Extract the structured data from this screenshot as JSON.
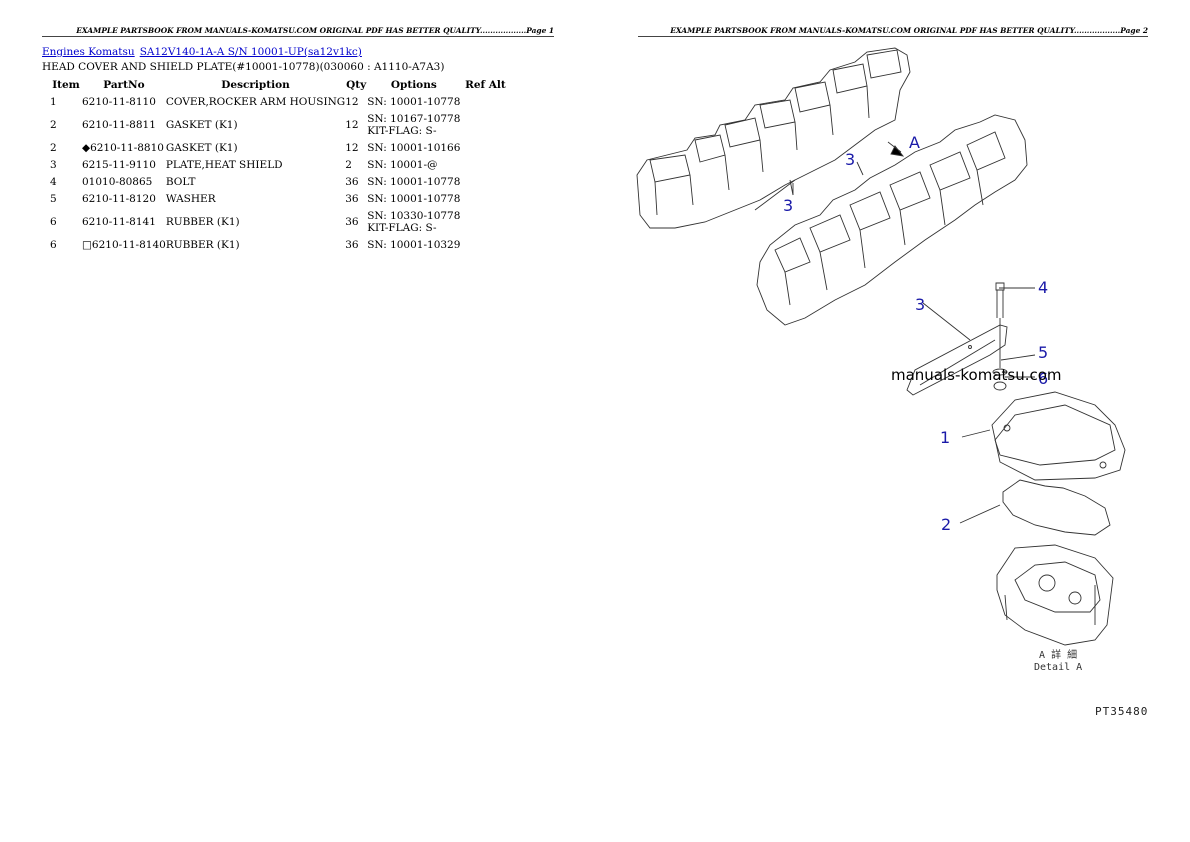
{
  "page1": {
    "header": "EXAMPLE PARTSBOOK FROM MANUALS-KOMATSU.COM ORIGINAL PDF HAS BETTER QUALITY..................Page 1",
    "breadcrumb": {
      "link1": "Engines Komatsu",
      "link2": "SA12V140-1A-A S/N 10001-UP(sa12v1kc)"
    },
    "title": "HEAD COVER AND SHIELD PLATE(#10001-10778)(030060 : A1110-A7A3)",
    "columns": [
      "Item",
      "PartNo",
      "Description",
      "Qty",
      "Options",
      "Ref Alt"
    ],
    "rows": [
      {
        "item": "1",
        "partno": "6210-11-8110",
        "desc": "COVER,ROCKER ARM HOUSING",
        "qty": "12",
        "opt1": "SN: 10001-10778",
        "opt2": ""
      },
      {
        "item": "2",
        "partno": "6210-11-8811",
        "desc": "GASKET (K1)",
        "qty": "12",
        "opt1": "SN: 10167-10778",
        "opt2": "KIT-FLAG: S-"
      },
      {
        "item": "2",
        "partno": "◆6210-11-8810",
        "desc": "GASKET (K1)",
        "qty": "12",
        "opt1": "SN: 10001-10166",
        "opt2": ""
      },
      {
        "item": "3",
        "partno": "6215-11-9110",
        "desc": "PLATE,HEAT SHIELD",
        "qty": "2",
        "opt1": "SN: 10001-@",
        "opt2": ""
      },
      {
        "item": "4",
        "partno": "01010-80865",
        "desc": "BOLT",
        "qty": "36",
        "opt1": "SN: 10001-10778",
        "opt2": ""
      },
      {
        "item": "5",
        "partno": "6210-11-8120",
        "desc": "WASHER",
        "qty": "36",
        "opt1": "SN: 10001-10778",
        "opt2": ""
      },
      {
        "item": "6",
        "partno": "6210-11-8141",
        "desc": "RUBBER (K1)",
        "qty": "36",
        "opt1": "SN: 10330-10778",
        "opt2": "KIT-FLAG: S-"
      },
      {
        "item": "6",
        "partno": "□6210-11-8140",
        "desc": "RUBBER (K1)",
        "qty": "36",
        "opt1": "SN: 10001-10329",
        "opt2": ""
      }
    ]
  },
  "page2": {
    "header": "EXAMPLE PARTSBOOK FROM MANUALS-KOMATSU.COM ORIGINAL PDF HAS BETTER QUALITY..................Page 2",
    "watermark": "manuals-komatsu.com",
    "callouts": {
      "c3a": "3",
      "c3b": "3",
      "arrowA": "A",
      "c4": "4",
      "c3c": "3",
      "c5": "5",
      "c6": "6",
      "c1": "1",
      "c2": "2"
    },
    "detail_line1": "A 詳 細",
    "detail_line2": "Detail A",
    "pt_code": "PT35480"
  }
}
